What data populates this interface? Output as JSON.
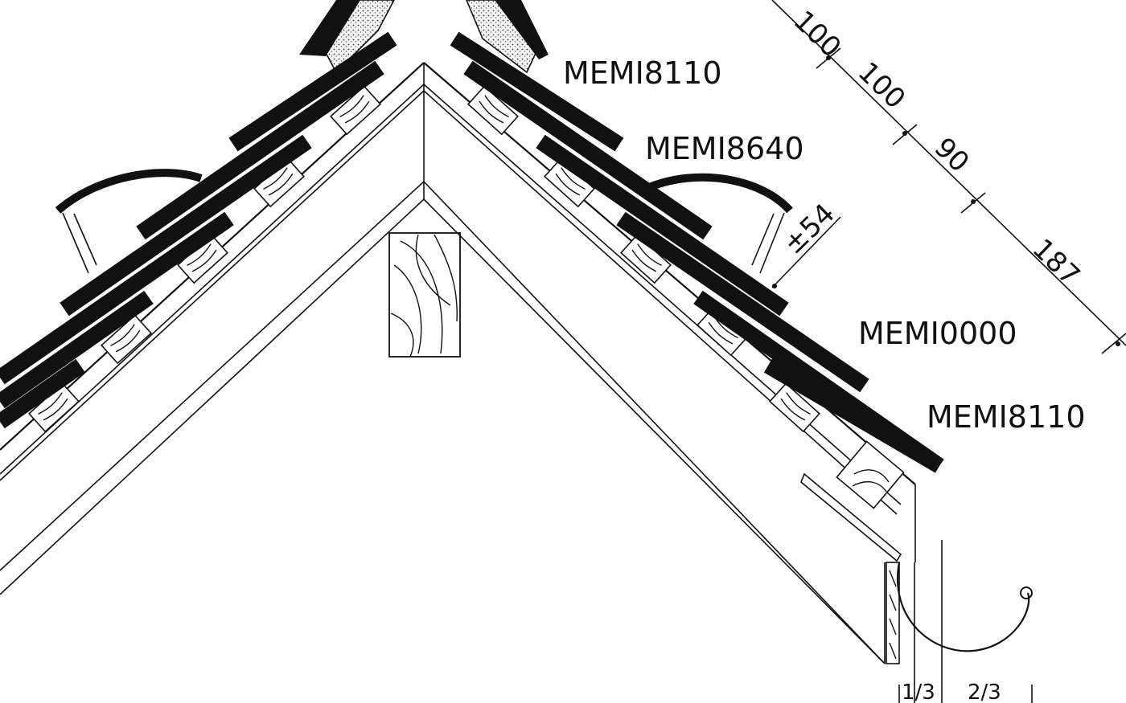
{
  "labels": {
    "part_top": "MEMI8110",
    "part_second": "MEMI8640",
    "part_third": "MEMI0000",
    "part_bottom": "MEMI8110"
  },
  "dimensions": {
    "dim_partial": "100",
    "dim_1": "100",
    "dim_2": "90",
    "dim_3": "187",
    "tolerance": "±54"
  },
  "gutter": {
    "ratio_left": "1/3",
    "ratio_right": "2/3"
  },
  "colors": {
    "ink": "#111111",
    "paper": "#ffffff",
    "filler": "#d8d8d8"
  }
}
